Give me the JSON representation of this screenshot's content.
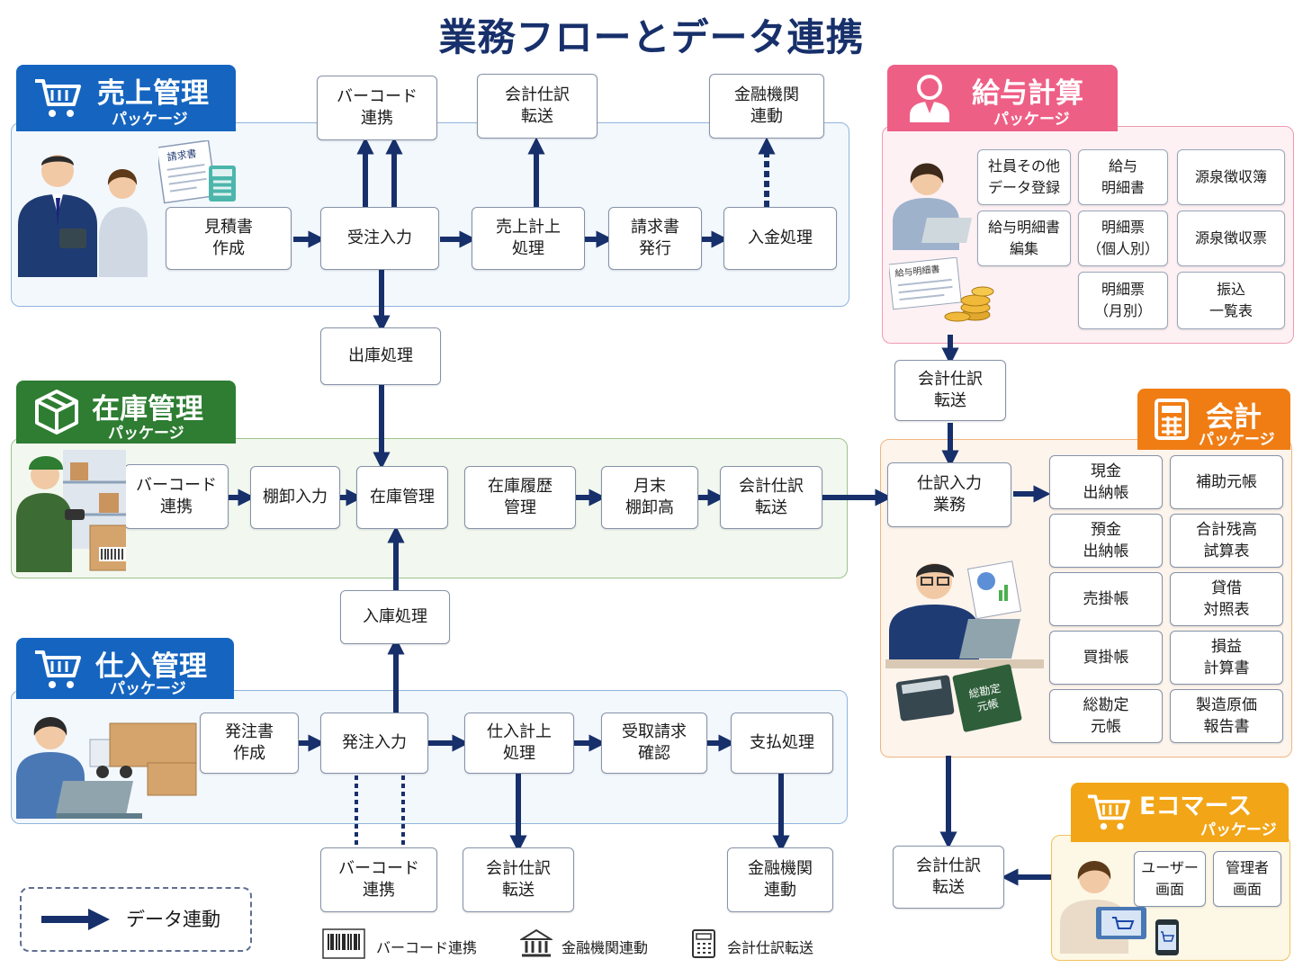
{
  "title": "業務フローとデータ連携",
  "sections": {
    "sales": {
      "title": "売上管理",
      "subtitle": "パッケージ",
      "color": "#1565c0",
      "boxes": {
        "estimate": "見積書\n作成",
        "order": "受注入力",
        "sales_post": "売上計上\n処理",
        "invoice": "請求書\n発行",
        "receipt": "入金処理",
        "barcode": "バーコード\n連携",
        "journal": "会計仕訳\n転送",
        "bank": "金融機関\n連動"
      },
      "document_label": "請求書"
    },
    "shipping": "出庫処理",
    "inventory": {
      "title": "在庫管理",
      "subtitle": "パッケージ",
      "color": "#2e7d32",
      "boxes": {
        "barcode": "バーコード\n連携",
        "stocktake": "棚卸入力",
        "stock": "在庫管理",
        "history": "在庫履歴\n管理",
        "month_end": "月末\n棚卸高",
        "journal": "会計仕訳\n転送"
      }
    },
    "receiving": "入庫処理",
    "purchase": {
      "title": "仕入管理",
      "subtitle": "パッケージ",
      "color": "#1565c0",
      "boxes": {
        "po_doc": "発注書\n作成",
        "po_entry": "発注入力",
        "purchase_post": "仕入計上\n処理",
        "invoice_check": "受取請求\n確認",
        "payment": "支払処理",
        "barcode": "バーコード\n連携",
        "journal": "会計仕訳\n転送",
        "bank": "金融機関\n連動"
      }
    },
    "payroll": {
      "title": "給与計算",
      "subtitle": "パッケージ",
      "color": "#ee5f86",
      "boxes": {
        "employee": "社員その他\nデータ登録",
        "payslip": "給与\n明細書",
        "withholding_book": "源泉徴収簿",
        "payslip_edit": "給与明細書\n編集",
        "slip_person": "明細票\n（個人別）",
        "withholding_slip": "源泉徴収票",
        "slip_month": "明細票\n（月別）",
        "transfer": "振込\n一覧表"
      },
      "document_label": "給与明細書"
    },
    "payroll_journal": "会計仕訳\n転送",
    "accounting": {
      "title": "会計",
      "subtitle": "パッケージ",
      "color": "#f07d14",
      "boxes": {
        "journal_entry": "仕訳入力\n業務",
        "cash": "現金\n出納帳",
        "sub_ledger": "補助元帳",
        "deposit": "預金\n出納帳",
        "trial": "合計残高\n試算表",
        "receivable": "売掛帳",
        "bs": "貸借\n対照表",
        "payable": "買掛帳",
        "pl": "損益\n計算書",
        "general": "総勘定\n元帳",
        "mfg": "製造原価\n報告書"
      },
      "book_label": "総勘定\n元帳"
    },
    "ec_journal": "会計仕訳\n転送",
    "ec": {
      "title": "Eコマース",
      "subtitle": "パッケージ",
      "color": "#f2a516",
      "boxes": {
        "user": "ユーザー\n画面",
        "admin": "管理者\n画面"
      }
    }
  },
  "legend": {
    "label": "データ連動"
  },
  "keys": {
    "barcode": "バーコード連携",
    "bank": "金融機関連動",
    "journal": "会計仕訳転送"
  },
  "colors": {
    "arrow": "#17306b"
  }
}
